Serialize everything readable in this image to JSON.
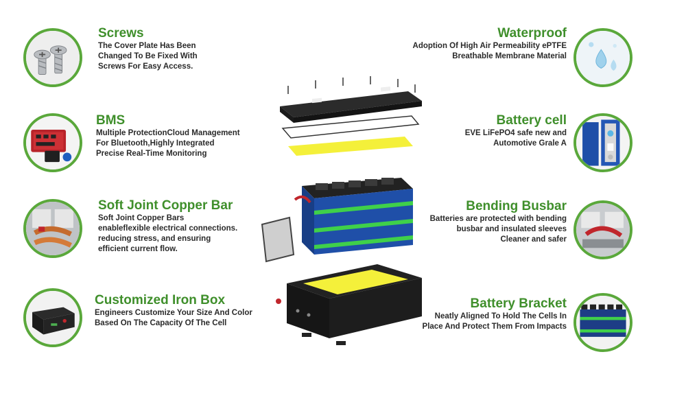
{
  "features": {
    "screws": {
      "title": "Screws",
      "desc": [
        "The Cover Plate Has Been",
        "Changed To Be Fixed With",
        "Screws For Easy Access."
      ],
      "icon": "screws-icon"
    },
    "bms": {
      "title": "BMS",
      "desc": [
        "Multiple ProtectionCloud Management",
        "For Bluetooth,Highly Integrated",
        "Precise Real-Time Monitoring"
      ],
      "icon": "bms-board-icon"
    },
    "copper": {
      "title": "Soft Joint Copper Bar",
      "desc": [
        "Soft Joint Copper Bars",
        "enableflexible electrical connections.",
        "reducing stress, and ensuring",
        "efficient current flow."
      ],
      "icon": "copper-bar-icon"
    },
    "ironbox": {
      "title": "Customized Iron Box",
      "desc": [
        "Engineers Customize Your Size And Color",
        "Based On The Capacity Of The Cell"
      ],
      "icon": "iron-box-icon"
    },
    "waterproof": {
      "title": "Waterproof",
      "desc": [
        "Adoption Of High Air Permeability ePTFE",
        "Breathable Membrane Material"
      ],
      "icon": "water-drops-icon"
    },
    "cell": {
      "title": "Battery cell",
      "desc": [
        "EVE LiFePO4 safe new and",
        "Automotive Grale A"
      ],
      "icon": "battery-cell-icon"
    },
    "busbar": {
      "title": "Bending Busbar",
      "desc": [
        "Batteries are protected with bending",
        "busbar and insulated sleeves",
        "Cleaner and safer"
      ],
      "icon": "busbar-icon"
    },
    "bracket": {
      "title": "Battery Bracket",
      "desc": [
        "Neatly Aligned To Hold The Cells In",
        "Place And Protect Them From Impacts"
      ],
      "icon": "battery-bracket-icon"
    }
  },
  "colors": {
    "accent": "#3f8f2b",
    "ring": "#5aa83b",
    "text": "#2a2a2a",
    "foam": "#f4f03a",
    "cell_blue": "#1f4fa8",
    "band_green": "#3fd04a"
  },
  "illustration": "exploded-battery-pack"
}
